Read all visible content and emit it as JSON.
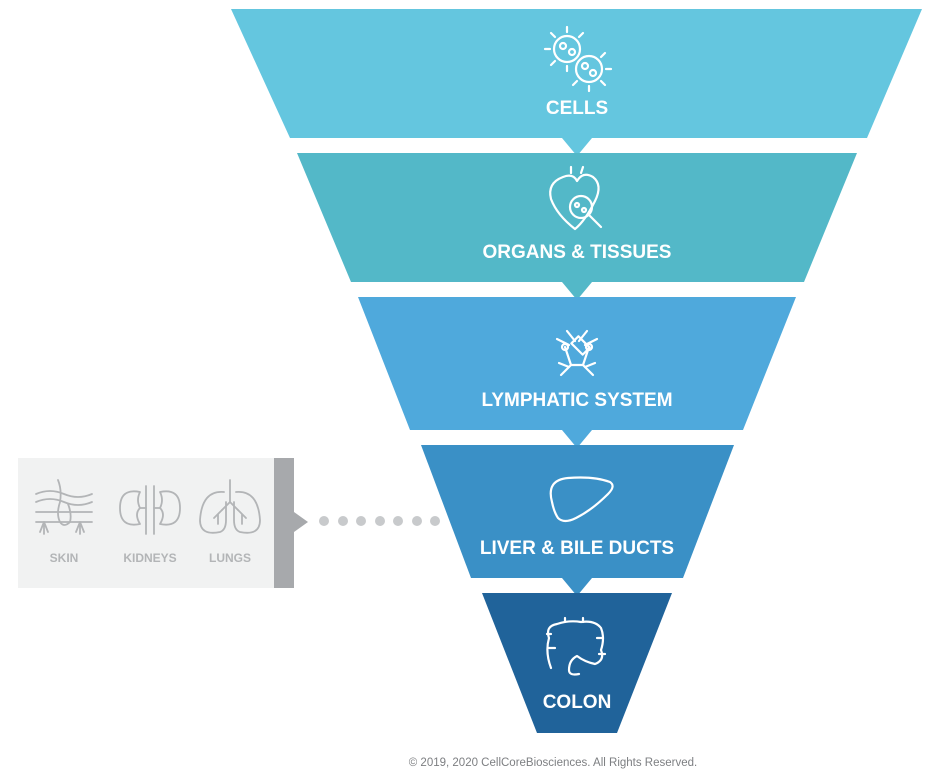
{
  "stages": [
    {
      "label": "CELLS",
      "icon": "bacteria-cells-icon",
      "color": "#64c6df"
    },
    {
      "label": "ORGANS & TISSUES",
      "icon": "heart-magnifier-icon",
      "color": "#53b8c8"
    },
    {
      "label": "LYMPHATIC SYSTEM",
      "icon": "lymph-node-icon",
      "color": "#4fa9dc"
    },
    {
      "label": "LIVER & BILE DUCTS",
      "icon": "liver-icon",
      "color": "#3a90c6"
    },
    {
      "label": "COLON",
      "icon": "colon-icon",
      "color": "#20639a"
    }
  ],
  "side_panel": {
    "items": [
      {
        "label": "SKIN",
        "icon": "skin-layers-icon"
      },
      {
        "label": "KIDNEYS",
        "icon": "kidneys-icon"
      },
      {
        "label": "LUNGS",
        "icon": "lungs-icon"
      }
    ],
    "panel_color": "#f1f2f2",
    "bar_color": "#a7a9ac",
    "text_color": "#b3b5b7"
  },
  "copyright": "© 2019, 2020 CellCoreBiosciences.  All Rights Reserved."
}
